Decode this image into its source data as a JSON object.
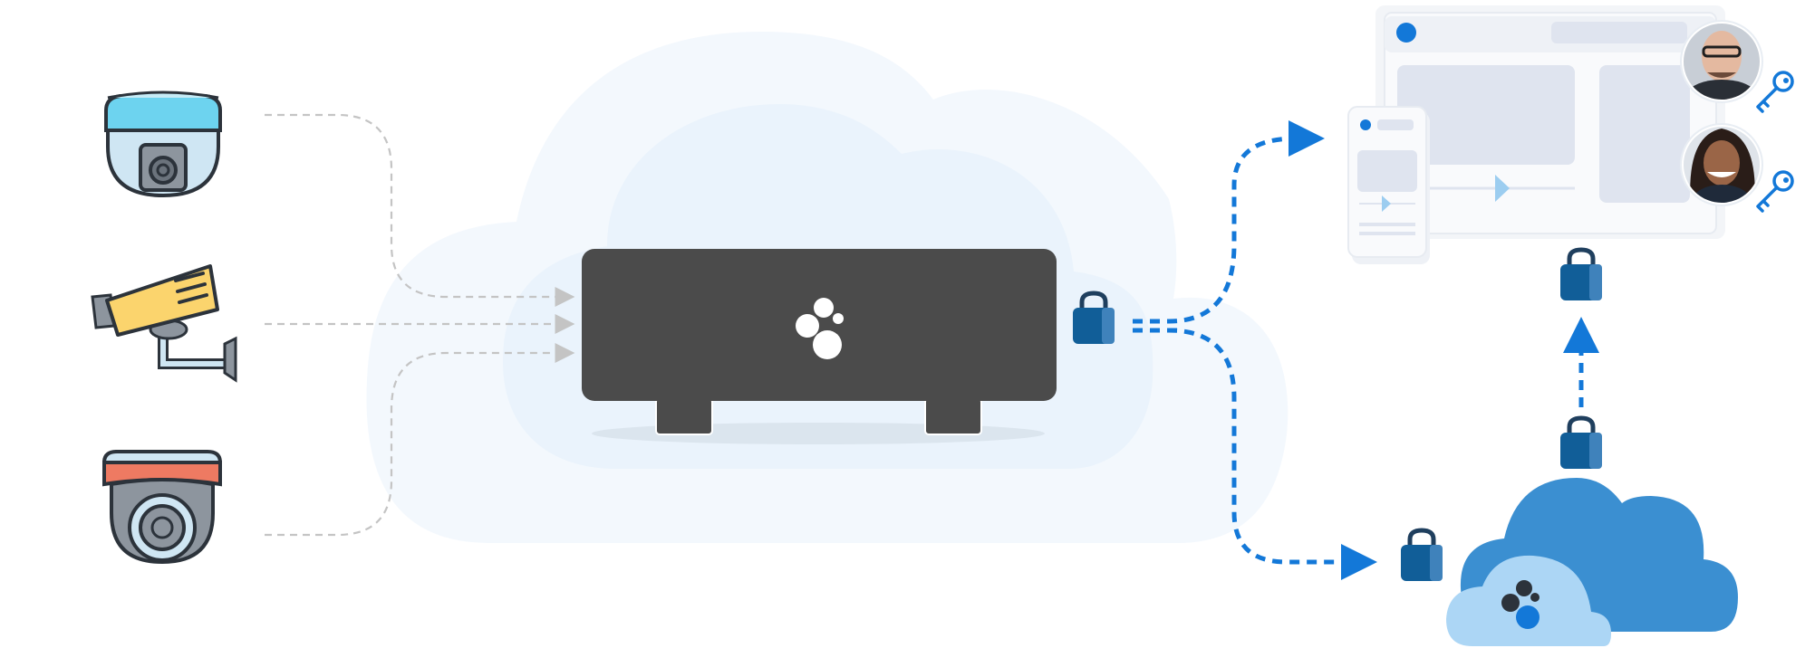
{
  "diagram": {
    "cameras": [
      {
        "id": "dome-camera-blue",
        "icon": "dome-camera-icon",
        "accent": "#6dd3ef"
      },
      {
        "id": "bullet-camera-yellow",
        "icon": "bullet-camera-icon",
        "accent": "#fbd46d"
      },
      {
        "id": "dome-camera-red",
        "icon": "dome-camera-icon",
        "accent": "#ee7a62"
      }
    ],
    "gateway": {
      "icon": "logo-dots-icon",
      "body_color": "#4b4b4b"
    },
    "lock_icon": "lock-icon",
    "flow_color": "#1378d8",
    "cloud": {
      "icon": "cloud-icon",
      "color": "#3b8fd1",
      "small_color": "#acd6f5"
    },
    "users": [
      {
        "icon": "avatar-man-icon",
        "key_icon": "key-icon"
      },
      {
        "icon": "avatar-woman-icon",
        "key_icon": "key-icon"
      }
    ],
    "apps": [
      "desktop-app-icon",
      "mobile-app-icon"
    ]
  }
}
